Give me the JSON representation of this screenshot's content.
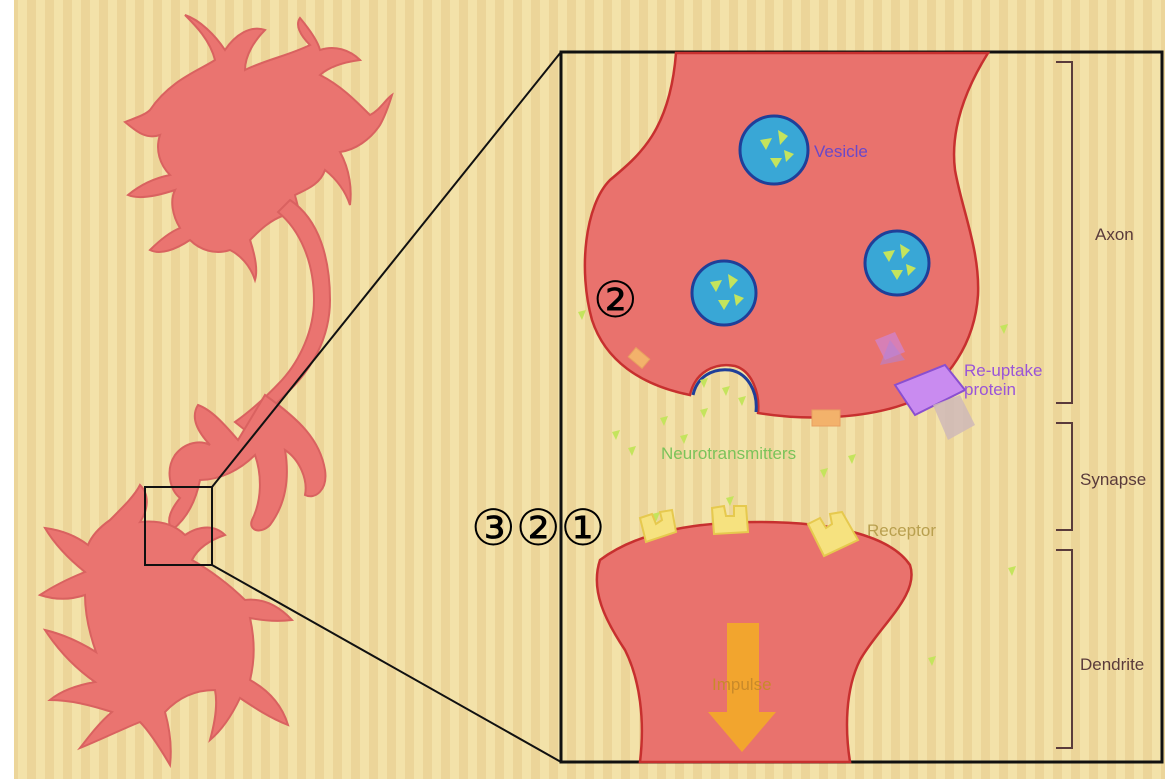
{
  "colors": {
    "neuron": "#e9726d",
    "neuron_stroke": "#c7302f",
    "vesicle": "#39a7d6",
    "vesicle_stroke": "#1f3f99",
    "neurotransmitter": "#c4e45d",
    "receptor": "#f6e27f",
    "reuptake": "#c98bf0",
    "impulse": "#f2a52e"
  },
  "labels": {
    "vesicle": "Vesicle",
    "reuptake_line1": "Re-uptake",
    "reuptake_line2": "protein",
    "neurotransmitters": "Neurotransmitters",
    "receptor": "Receptor",
    "impulse": "Impulse"
  },
  "regions": {
    "axon": "Axon",
    "synapse": "Synapse",
    "dendrite": "Dendrite"
  },
  "markers": {
    "circled_upper": "②",
    "circled_row": "③②①"
  }
}
